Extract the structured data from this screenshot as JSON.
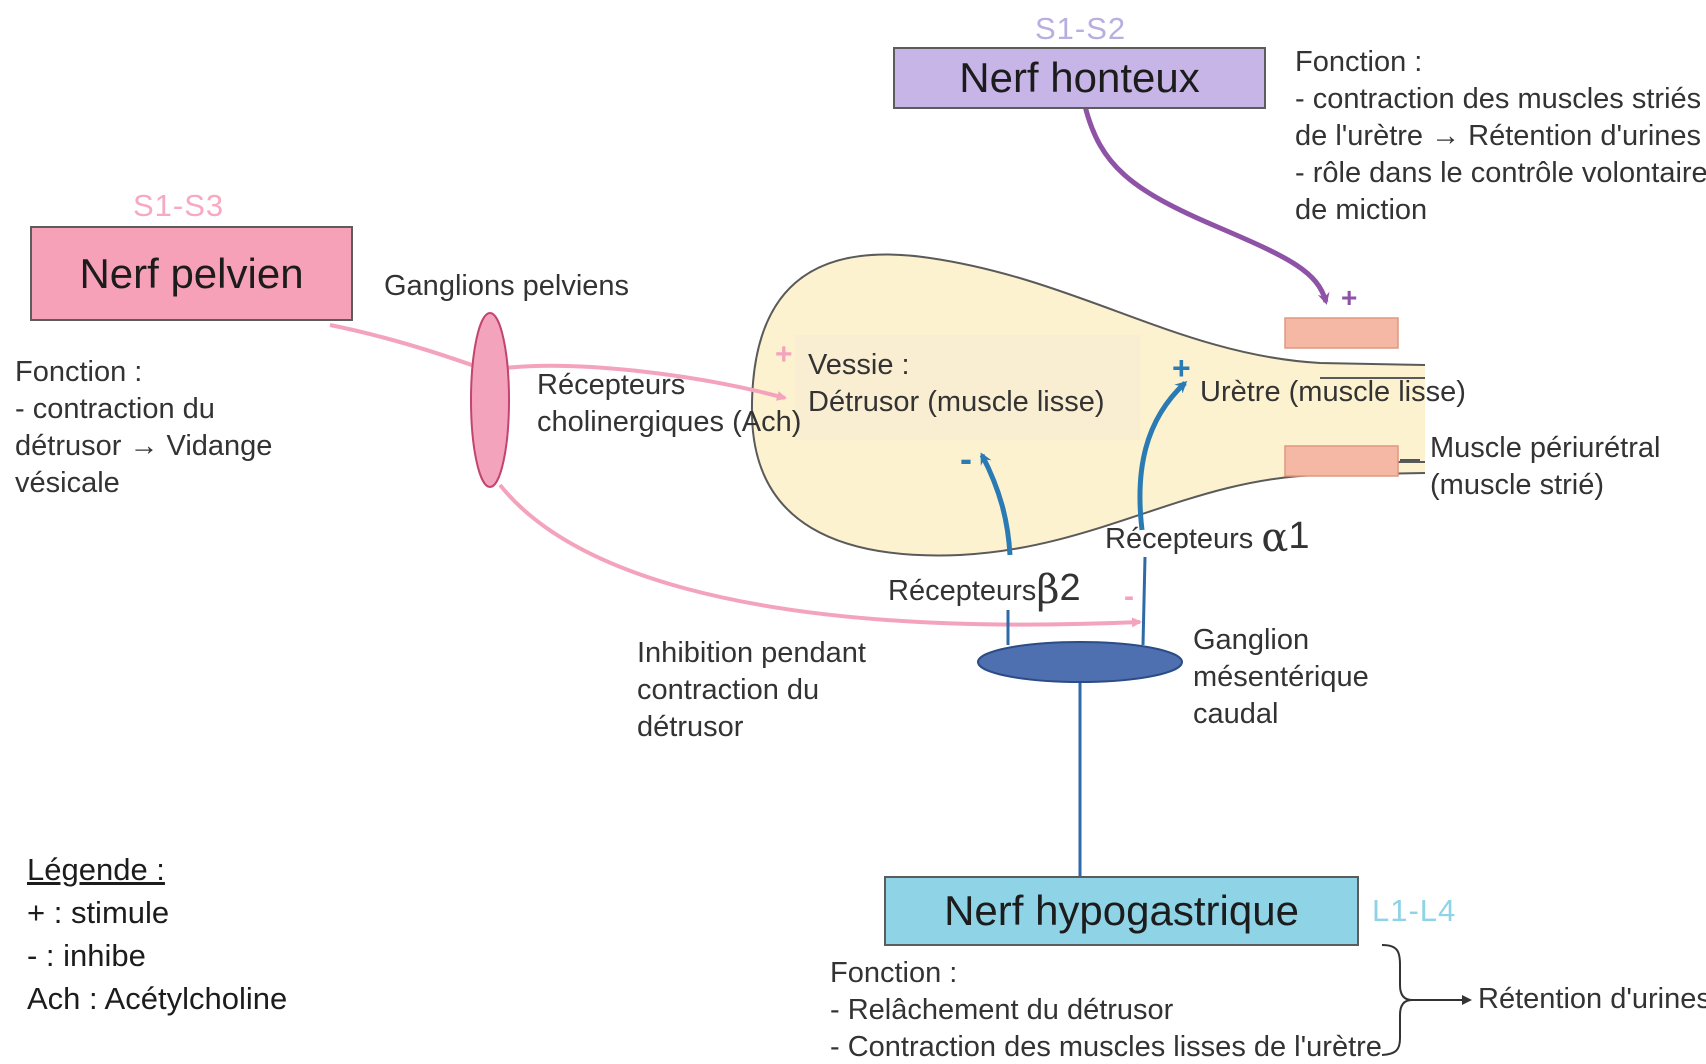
{
  "nerves": {
    "pelvic": {
      "segment": "S1-S3",
      "name": "Nerf pelvien",
      "function_lines": [
        "Fonction :",
        "- contraction du",
        "détrusor → Vidange",
        "vésicale"
      ]
    },
    "pudendal": {
      "segment": "S1-S2",
      "name": "Nerf honteux",
      "function_lines": [
        "Fonction :",
        "- contraction des muscles striés",
        "de l'urètre → Rétention d'urines",
        "- rôle dans le contrôle volontaire",
        "de miction"
      ]
    },
    "hypogastric": {
      "segment": "L1-L4",
      "name": "Nerf hypogastrique",
      "function_lines": [
        "Fonction :",
        "- Relâchement du détrusor",
        "- Contraction des muscles lisses de l'urètre"
      ],
      "outcome": "Rétention d'urines"
    }
  },
  "labels": {
    "pelvic_ganglia": "Ganglions pelviens",
    "cholinergic_receptors": [
      "Récepteurs",
      "cholinergiques (Ach)"
    ],
    "bladder": [
      "Vessie :",
      "Détrusor (muscle lisse)"
    ],
    "urethra": "Urètre (muscle lisse)",
    "periurethral_muscle": [
      "Muscle périurétral",
      "(muscle strié)"
    ],
    "alpha_receptor": {
      "prefix": "Récepteurs ",
      "symbol": "α",
      "number": "1"
    },
    "beta_receptor": {
      "prefix": "Récepteurs",
      "symbol": "β",
      "number": "2"
    },
    "caudal_mesenteric_ganglion": [
      "Ganglion",
      "mésentérique",
      "caudal"
    ],
    "inhibition": [
      "Inhibition pendant",
      "contraction du",
      "détrusor"
    ]
  },
  "signs": {
    "bladder_plus": "+",
    "urethra_plus": "+",
    "striated_plus": "+",
    "detrusor_minus": "-",
    "ganglion_minus": "-"
  },
  "legend": {
    "title": "Légende :",
    "items": [
      "+ : stimule",
      "- : inhibe",
      "Ach : Acétylcholine"
    ]
  },
  "colors": {
    "pelvic": "#f4a3bc",
    "pelvic_box": "#f7a1b9",
    "pelvic_segment": "#f7a9c1",
    "pudendal": "#8e53a6",
    "pudendal_box": "#c6b5e6",
    "pudendal_segment": "#b9aee0",
    "hypogastric": "#2f6aa8",
    "hypogastric_box": "#8fd3e6",
    "hypogastric_segment": "#8fd3e6",
    "receptor_arrow": "#2a7bb3",
    "bladder_fill": "#fdf2cf",
    "muscle_fill": "#f4b8a4",
    "ganglion_pelvic": "#f4a3bc",
    "ganglion_mesenteric": "#4e6fb0"
  }
}
